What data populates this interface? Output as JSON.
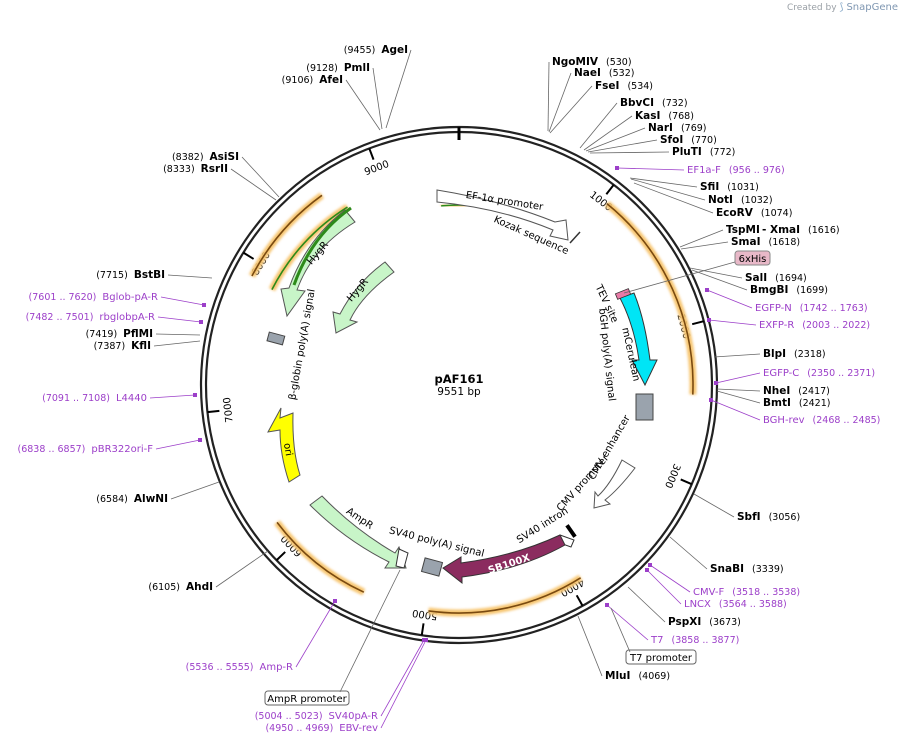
{
  "brand": {
    "prefix": "Created by",
    "name": "SnapGene"
  },
  "plasmid": {
    "name": "pAF161",
    "length_label": "9551 bp"
  },
  "ticks": [
    "1000",
    "2000",
    "3000",
    "4000",
    "5000",
    "6000",
    "7000",
    "8000",
    "9000"
  ],
  "sites": [
    {
      "name": "AgeI",
      "pos": "(9455)"
    },
    {
      "name": "PmlI",
      "pos": "(9128)"
    },
    {
      "name": "AfeI",
      "pos": "(9106)"
    },
    {
      "name": "NgoMIV",
      "pos": "(530)"
    },
    {
      "name": "NaeI",
      "pos": "(532)"
    },
    {
      "name": "FseI",
      "pos": "(534)"
    },
    {
      "name": "BbvCI",
      "pos": "(732)"
    },
    {
      "name": "KasI",
      "pos": "(768)"
    },
    {
      "name": "NarI",
      "pos": "(769)"
    },
    {
      "name": "SfoI",
      "pos": "(770)"
    },
    {
      "name": "PluTI",
      "pos": "(772)"
    },
    {
      "name": "SfiI",
      "pos": "(1031)"
    },
    {
      "name": "NotI",
      "pos": "(1032)"
    },
    {
      "name": "EcoRV",
      "pos": "(1074)"
    },
    {
      "name": "TspMI",
      "pos": ""
    },
    {
      "name": "- XmaI",
      "pos": "(1616)"
    },
    {
      "name": "SmaI",
      "pos": "(1618)"
    },
    {
      "name": "SalI",
      "pos": "(1694)"
    },
    {
      "name": "BmgBI",
      "pos": "(1699)"
    },
    {
      "name": "BlpI",
      "pos": "(2318)"
    },
    {
      "name": "NheI",
      "pos": "(2417)"
    },
    {
      "name": "BmtI",
      "pos": "(2421)"
    },
    {
      "name": "SbfI",
      "pos": "(3056)"
    },
    {
      "name": "SnaBI",
      "pos": "(3339)"
    },
    {
      "name": "PspXI",
      "pos": "(3673)"
    },
    {
      "name": "MluI",
      "pos": "(4069)"
    },
    {
      "name": "AhdI",
      "pos": "(6105)"
    },
    {
      "name": "AlwNI",
      "pos": "(6584)"
    },
    {
      "name": "PflMI",
      "pos": "(7419)"
    },
    {
      "name": "KflI",
      "pos": "(7387)"
    },
    {
      "name": "BstBI",
      "pos": "(7715)"
    },
    {
      "name": "AsiSI",
      "pos": "(8382)"
    },
    {
      "name": "RsrII",
      "pos": "(8333)"
    }
  ],
  "primers": [
    {
      "name": "EF1a-F",
      "range": "(956 .. 976)"
    },
    {
      "name": "EGFP-N",
      "range": "(1742 .. 1763)"
    },
    {
      "name": "EXFP-R",
      "range": "(2003 .. 2022)"
    },
    {
      "name": "EGFP-C",
      "range": "(2350 .. 2371)"
    },
    {
      "name": "BGH-rev",
      "range": "(2468 .. 2485)"
    },
    {
      "name": "CMV-F",
      "range": "(3518 .. 3538)"
    },
    {
      "name": "LNCX",
      "range": "(3564 .. 3588)"
    },
    {
      "name": "T7",
      "range": "(3858 .. 3877)"
    },
    {
      "name": "SV40pA-R",
      "range": "(5004 .. 5023)"
    },
    {
      "name": "EBV-rev",
      "range": "(4950 .. 4969)"
    },
    {
      "name": "Amp-R",
      "range": "(5536 .. 5555)"
    },
    {
      "name": "pBR322ori-F",
      "range": "(6838 .. 6857)"
    },
    {
      "name": "L4440",
      "range": "(7091 .. 7108)"
    },
    {
      "name": "rbglobpA-R",
      "range": "(7482 .. 7501)"
    },
    {
      "name": "Bglob-pA-R",
      "range": "(7601 .. 7620)"
    }
  ],
  "boxed_labels": {
    "his": "6xHis",
    "t7promoter": "T7 promoter",
    "amppromoter": "AmpR promoter"
  },
  "features": {
    "ef1a": "EF-1α promoter",
    "kozak": "Kozak sequence",
    "tev": "TEV site",
    "mcerulean": "mCerulean",
    "bgh": "bGH poly(A) signal",
    "cmvenh": "CMV enhancer",
    "cmvprom": "CMV promoter",
    "sv40intron": "SV40 intron",
    "sb100x": "SB100X",
    "sv40pa": "SV40 poly(A) signal",
    "ampr": "AmpR",
    "ori": "ori",
    "bglobin": "β-globin poly(A) signal",
    "hygr1": "HygR",
    "hygr2": "HygR"
  },
  "colors": {
    "primer": "#9c3fc9",
    "ori": "#ffff00",
    "cerulean": "#00e5f5",
    "sb100x": "#8b2c5f",
    "ampr": "#c8f5c8",
    "hygr": "#c8f5c8",
    "orf_glow": "#f7c672"
  }
}
